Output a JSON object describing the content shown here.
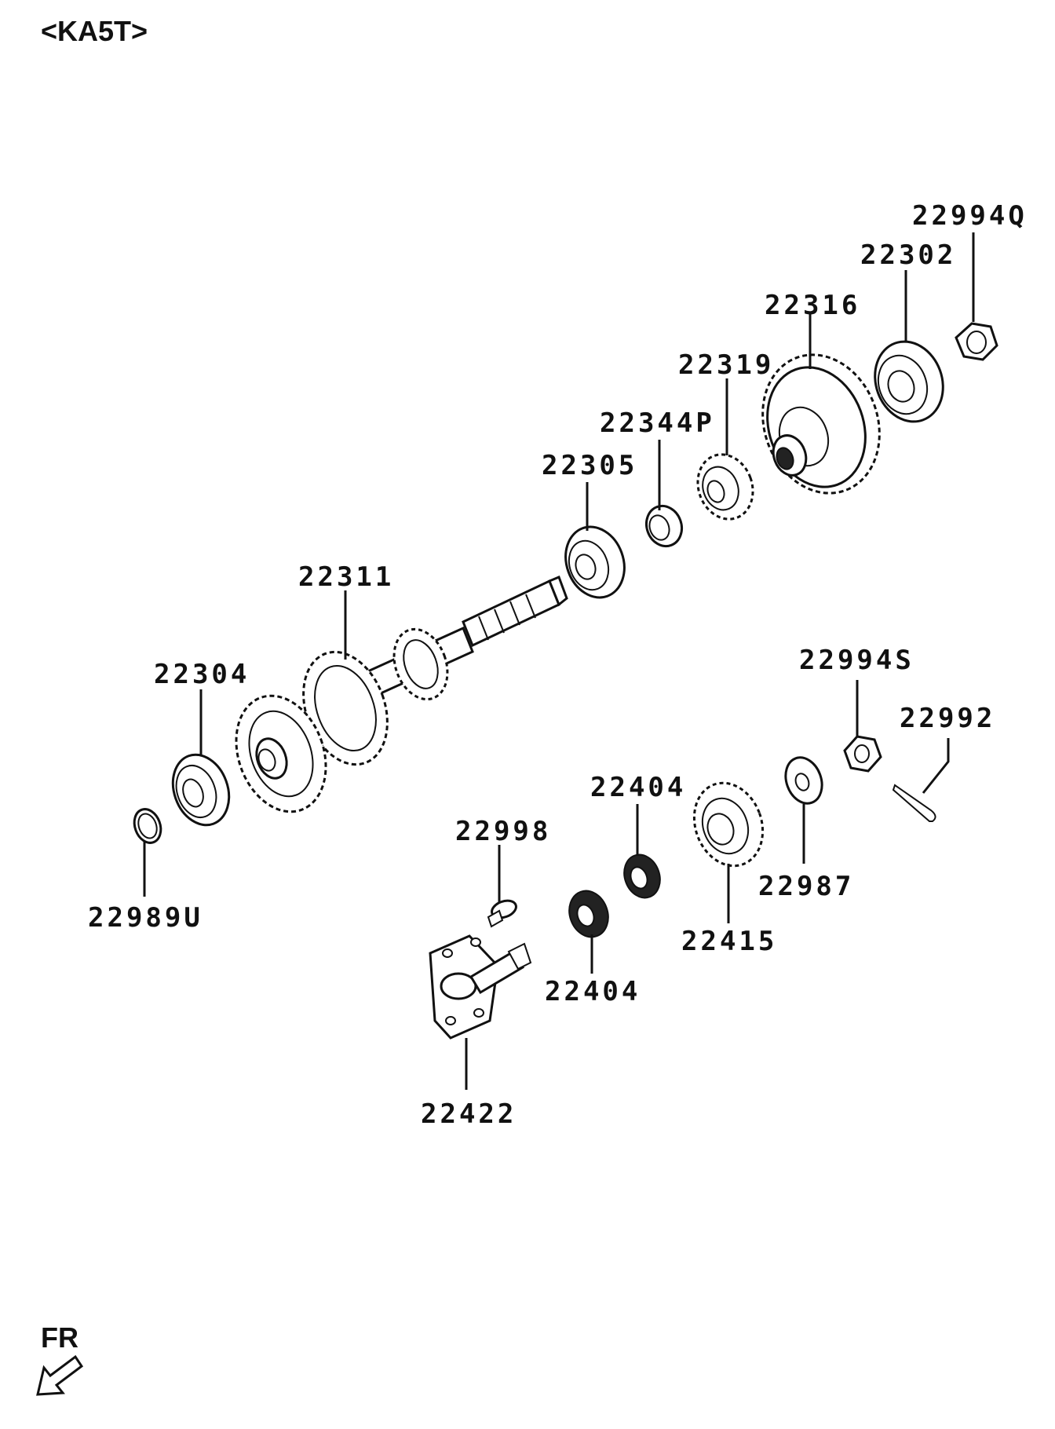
{
  "diagram": {
    "title": "<KA5T>",
    "direction_label": "FR",
    "parts": [
      {
        "id": "22994Q"
      },
      {
        "id": "22302"
      },
      {
        "id": "22316"
      },
      {
        "id": "22319"
      },
      {
        "id": "22344P"
      },
      {
        "id": "22305"
      },
      {
        "id": "22311"
      },
      {
        "id": "22304"
      },
      {
        "id": "22989U"
      },
      {
        "id": "22994S"
      },
      {
        "id": "22992"
      },
      {
        "id": "22404"
      },
      {
        "id": "22998"
      },
      {
        "id": "22987"
      },
      {
        "id": "22415"
      },
      {
        "id": "22404"
      },
      {
        "id": "22422"
      }
    ]
  }
}
